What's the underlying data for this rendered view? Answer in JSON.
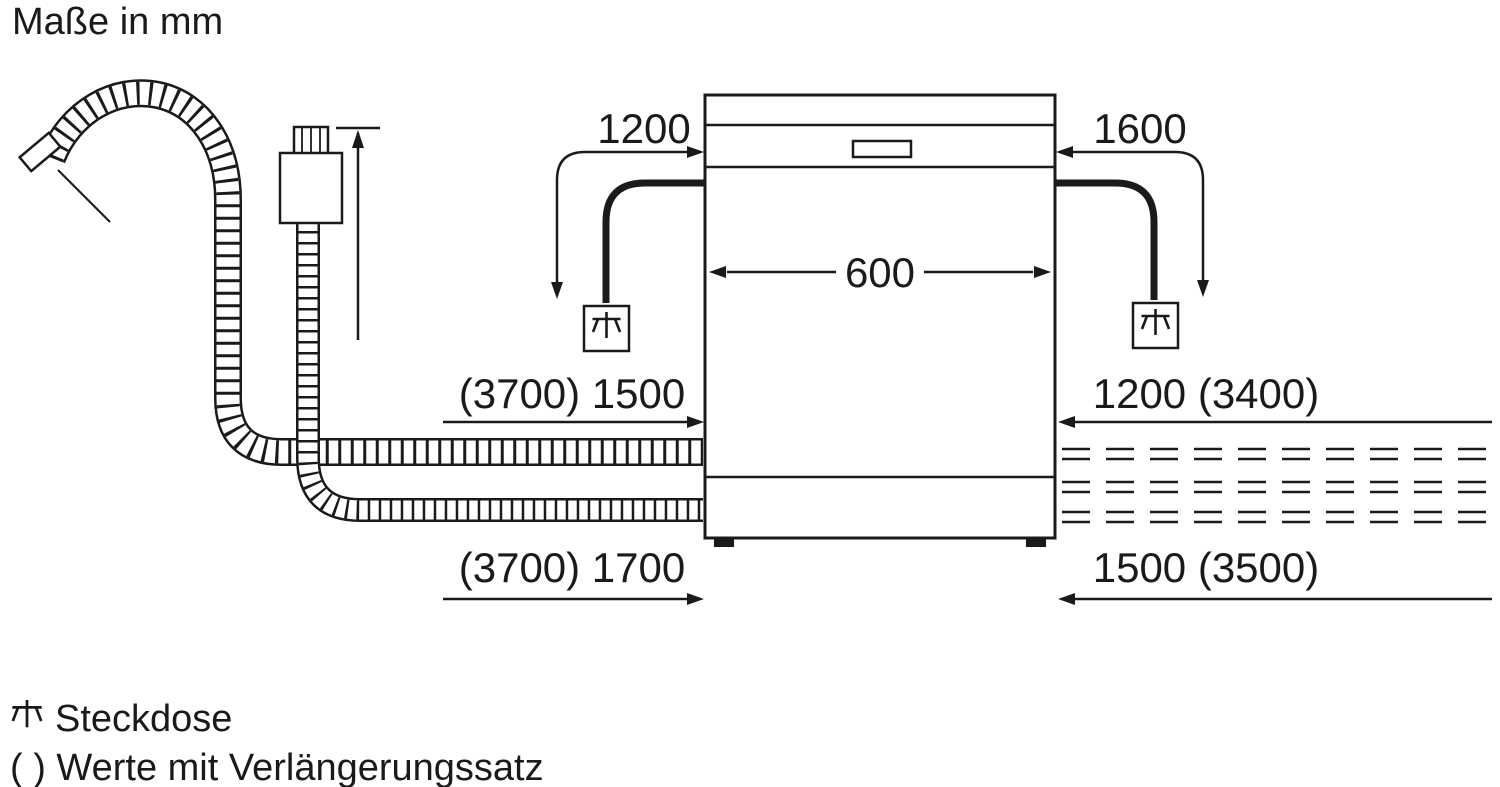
{
  "title": "Maße in mm",
  "dimensions": {
    "cord_left": "1200",
    "cord_right": "1600",
    "appliance_width": "600",
    "supply_top_left": "(3700) 1500",
    "drain_top_right": "1200 (3400)",
    "supply_bottom_left": "(3700) 1700",
    "drain_bottom_right": "1500 (3500)"
  },
  "legend": {
    "socket_label": "Steckdose",
    "extension_note": "( ) Werte mit Verlängerungssatz"
  },
  "colors": {
    "ink": "#1a1a1a",
    "background": "#ffffff"
  }
}
